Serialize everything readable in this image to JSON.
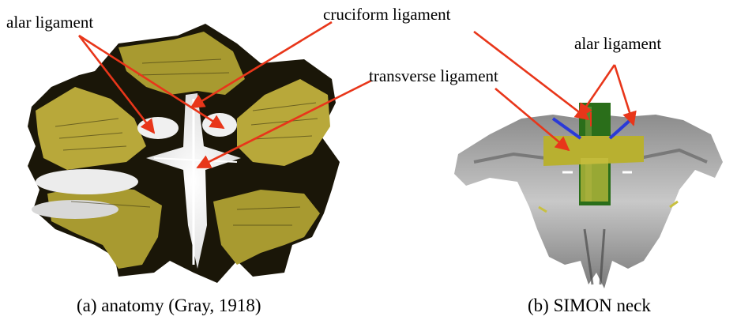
{
  "labels": {
    "alar_left": "alar ligament",
    "cruciform": "cruciform ligament",
    "transverse": "transverse ligament",
    "alar_right": "alar ligament"
  },
  "captions": {
    "a": "(a) anatomy (Gray, 1918)",
    "b": "(b) SIMON neck"
  },
  "colors": {
    "arrow": "#e8361a",
    "anatomy_bone": "#b8a83a",
    "anatomy_dark": "#1a1608",
    "ligament_white": "#f4f4f4",
    "model_bone": "#a8a8a8",
    "model_ligament_yellow": "#b8b030",
    "model_ligament_green": "#2a6e1a",
    "model_ligament_blue": "#2a3ad8"
  }
}
